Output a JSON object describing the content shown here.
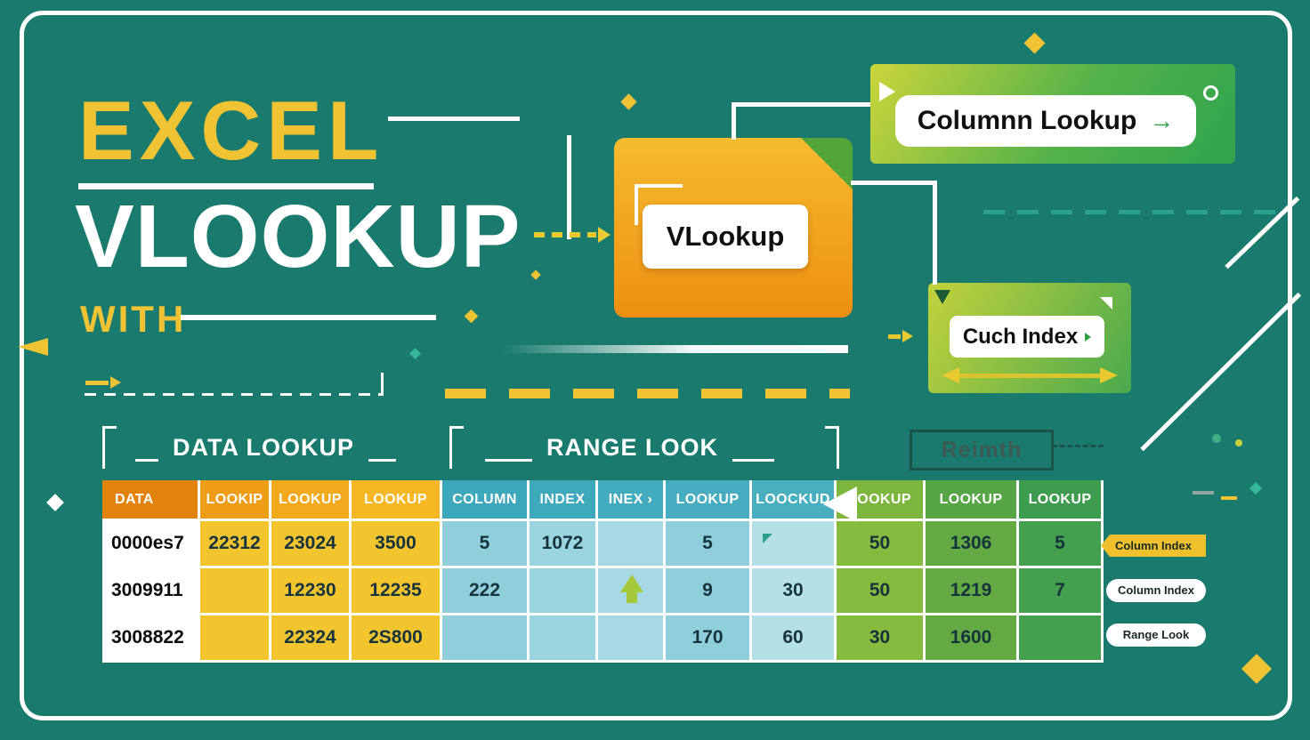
{
  "colors": {
    "background": "#1b7a6e",
    "accent_yellow": "#f0c334",
    "accent_orange": "#e8920c",
    "accent_blue": "#3da8bb",
    "accent_green": "#3f9d4d",
    "accent_teal": "#2aa18b",
    "white": "#ffffff"
  },
  "title": {
    "word1": "EXCEL",
    "word2": "VLOOKUP",
    "word3": "WITH"
  },
  "cards": {
    "vlookup_label": "VLookup",
    "column_lookup_label": "Columnn Lookup",
    "column_lookup_arrow": "→",
    "cuch_index_label": "Cuch Index"
  },
  "section_labels": {
    "left": "DATA LOOKUP",
    "center": "RANGE LOOK",
    "right": "Reimth"
  },
  "table": {
    "headers": [
      "DATA",
      "LOOKIP",
      "LOOKUP",
      "LOOKUP",
      "COLUMN",
      "INDEX",
      "INEX ›",
      "LOOKUP",
      "LOOCKUD",
      "LOOKUP",
      "LOOKUP",
      "LOOKUP"
    ],
    "rows": [
      [
        "0000es7",
        "22312",
        "23024",
        "3500",
        "5",
        "1072",
        "",
        "5",
        "",
        "50",
        "1306",
        "5"
      ],
      [
        "3009911",
        "",
        "12230",
        "12235",
        "222",
        "",
        "",
        "9",
        "30",
        "50",
        "1219",
        "7"
      ],
      [
        "3008822",
        "",
        "22324",
        "2S800",
        "",
        "",
        "",
        "170",
        "60",
        "30",
        "1600",
        ""
      ]
    ],
    "header_colors": [
      "#e2830c",
      "#ee9d15",
      "#f2aa1c",
      "#f5b724",
      "#3da8bb",
      "#3fa9bc",
      "#42abbe",
      "#45adbf",
      "#48afc0",
      "#7cb63d",
      "#57a645",
      "#3e9c4e"
    ],
    "cell_colors": [
      "#ffffff",
      "#f2c52f",
      "#f2c52f",
      "#f2c52f",
      "#8ecfdb",
      "#9bd4df",
      "#a6d9e3",
      "#8ecfdb",
      "#b5e0e8",
      "#85bb3f",
      "#63aa45",
      "#44a04f"
    ]
  },
  "side_tags": [
    "Column Index",
    "Column Index",
    "Range Look"
  ]
}
